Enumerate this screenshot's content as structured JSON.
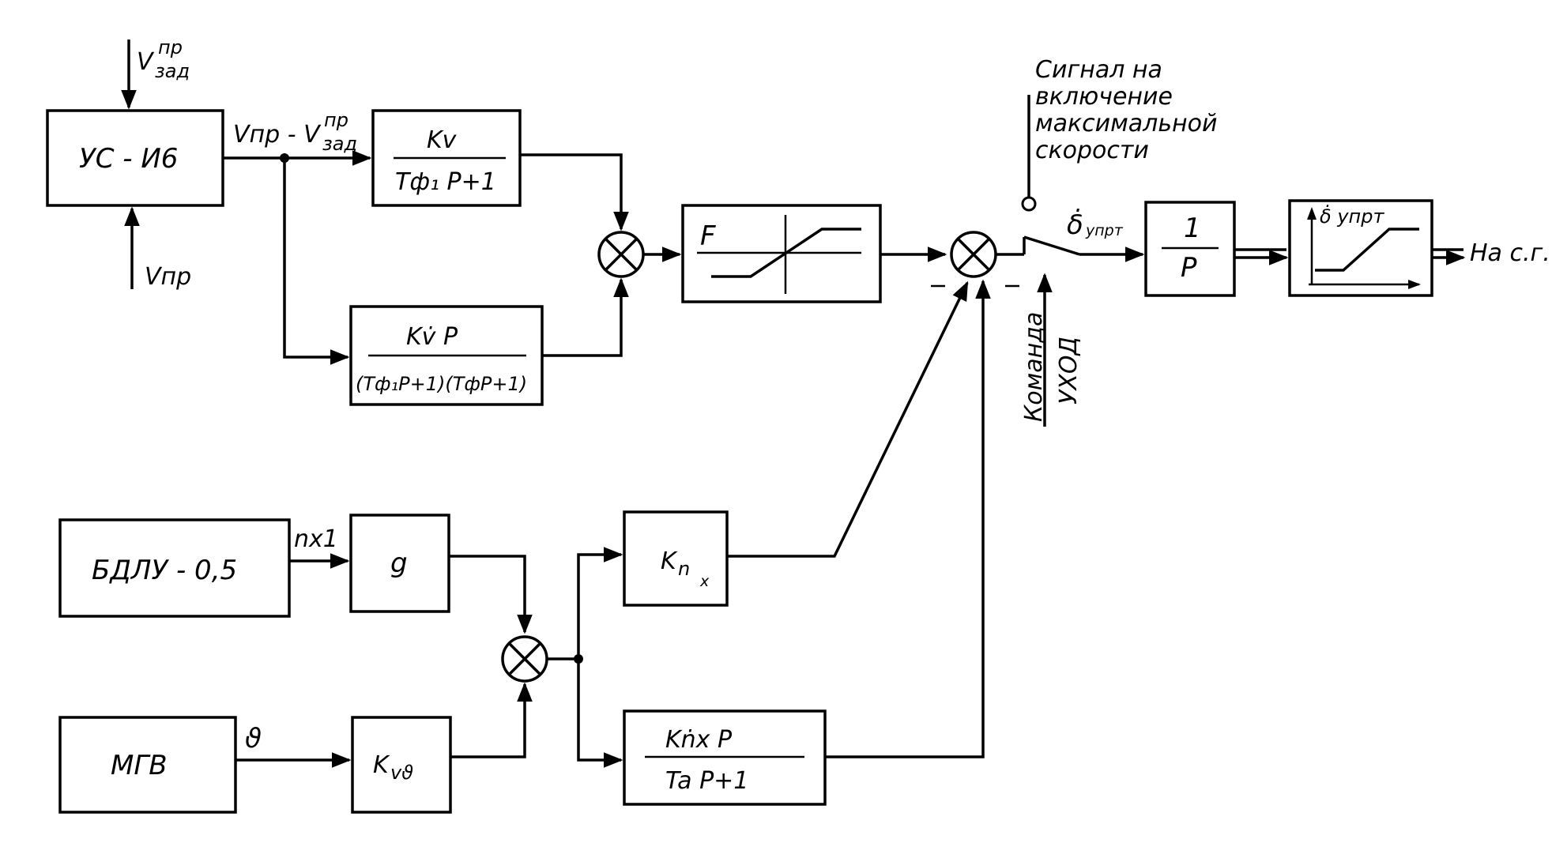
{
  "blocks": {
    "us_i6": "УС - И6",
    "f_label": "F",
    "bdlu": "БДЛУ - 0,5",
    "g": "g",
    "mgv": "МГВ",
    "kv_theta": "K",
    "kv_theta_sub": "vϑ",
    "kn": "K",
    "kn_sub": "n",
    "kn_subsub": "x",
    "tf1_num": "Kv",
    "tf1_den": "Tф₁ P+1",
    "tf2_num": "Kv̇ P",
    "tf2_den": "(Tф₁P+1)(TфP+1)",
    "tf3_num": "Kṅx P",
    "tf3_den": "Ta P+1",
    "integrator_num": "1",
    "integrator_den": "P",
    "limiter_label": "δ̇ упрт"
  },
  "signals": {
    "v_zad": "V",
    "v_zad_sup": "пр",
    "v_zad_sub": "зад",
    "v_pr": "Vпр",
    "diff_main": "Vпр - V",
    "diff_sup": "пр",
    "diff_sub": "зад",
    "nx1": "nx1",
    "theta": "ϑ",
    "delta_dot": "δ̇",
    "delta_sub": "упрт",
    "output": "На с.г."
  },
  "annotations": {
    "signal_line1": "Сигнал на",
    "signal_line2": "включение",
    "signal_line3": "максимальной",
    "signal_line4": "скорости",
    "command_line1": "Команда",
    "command_line2": "УХОД"
  }
}
